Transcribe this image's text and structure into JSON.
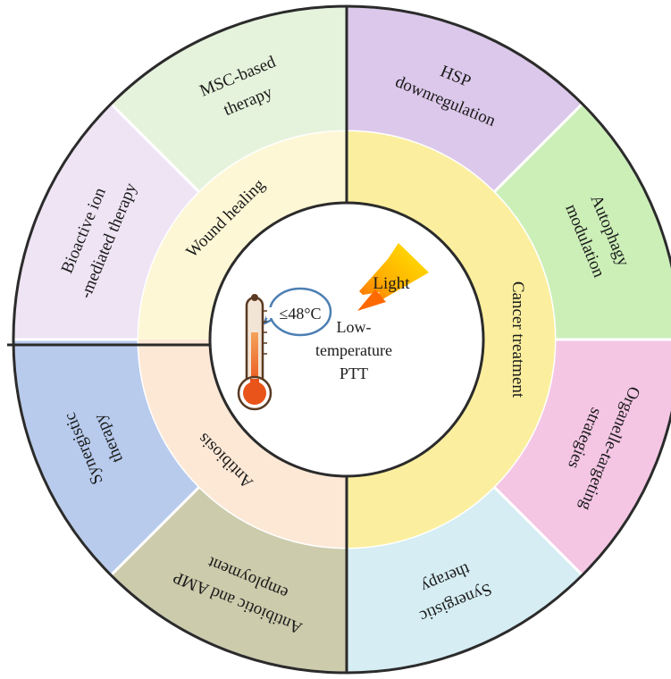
{
  "center": {
    "lines": [
      "Low-",
      "temperature",
      "PTT"
    ],
    "temperature_bubble": "≤48°C",
    "light_label": "Light"
  },
  "inner_ring": [
    {
      "label": "Wound healing",
      "color": "#fdf7d6"
    },
    {
      "label": "Cancer treatment",
      "color": "#fbef9f"
    },
    {
      "label": "Antibiosis",
      "color": "#fde8d6"
    }
  ],
  "outer_ring": [
    {
      "lines": [
        "MSC-based",
        "therapy"
      ],
      "color": "#e6f3dc"
    },
    {
      "lines": [
        "HSP",
        "downregulation"
      ],
      "color": "#dcc8ea"
    },
    {
      "lines": [
        "Autophagy",
        "modulation"
      ],
      "color": "#ccefb8"
    },
    {
      "lines": [
        "Organelle-targeting",
        "strategies"
      ],
      "color": "#f4c6e4"
    },
    {
      "lines": [
        "Synergistic",
        "therapy"
      ],
      "color": "#d5edf3"
    },
    {
      "lines": [
        "Antibiotic and AMP",
        "employment"
      ],
      "color": "#cccbac"
    },
    {
      "lines": [
        "Synergistic",
        "therapy"
      ],
      "color": "#b8cbed"
    },
    {
      "lines": [
        "Bioactive ion",
        "-mediated therapy"
      ],
      "color": "#eee4f4"
    }
  ]
}
